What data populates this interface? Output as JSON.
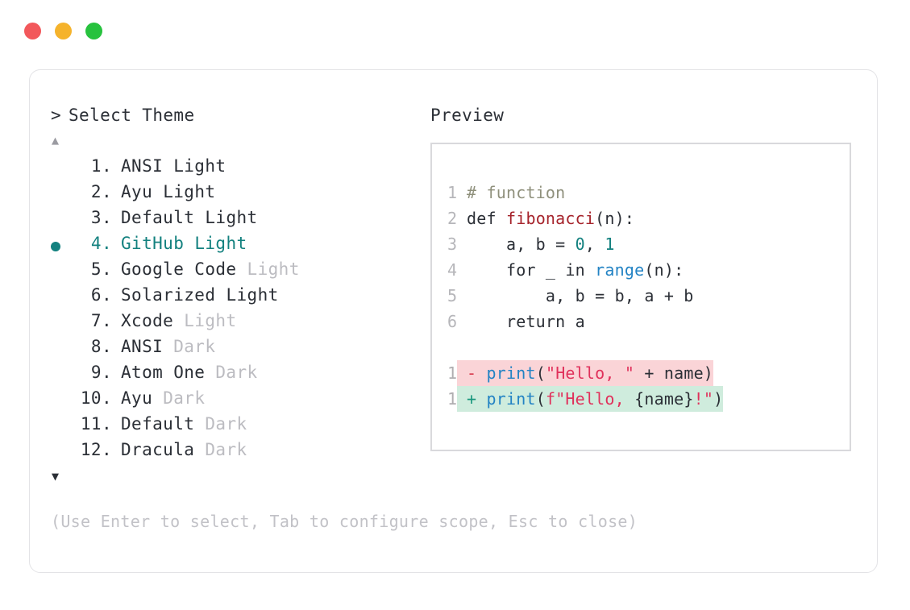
{
  "window": {
    "dots": [
      {
        "name": "close",
        "color": "#f2585b"
      },
      {
        "name": "minimize",
        "color": "#f5b32c"
      },
      {
        "name": "maximize",
        "color": "#27c23e"
      }
    ]
  },
  "selector": {
    "caret": ">",
    "title": "Select Theme",
    "scroll_up": "▲",
    "scroll_down": "▼",
    "selected_index": 4,
    "items": [
      {
        "num": "1.",
        "name": "ANSI",
        "suffix": "Light",
        "suffix_dim": false,
        "selected": false
      },
      {
        "num": "2.",
        "name": "Ayu",
        "suffix": "Light",
        "suffix_dim": false,
        "selected": false
      },
      {
        "num": "3.",
        "name": "Default",
        "suffix": "Light",
        "suffix_dim": false,
        "selected": false
      },
      {
        "num": "4.",
        "name": "GitHub",
        "suffix": "Light",
        "suffix_dim": false,
        "selected": true
      },
      {
        "num": "5.",
        "name": "Google Code",
        "suffix": "Light",
        "suffix_dim": true,
        "selected": false
      },
      {
        "num": "6.",
        "name": "Solarized",
        "suffix": "Light",
        "suffix_dim": false,
        "selected": false
      },
      {
        "num": "7.",
        "name": "Xcode",
        "suffix": "Light",
        "suffix_dim": true,
        "selected": false
      },
      {
        "num": "8.",
        "name": "ANSI",
        "suffix": "Dark",
        "suffix_dim": true,
        "selected": false
      },
      {
        "num": "9.",
        "name": "Atom One",
        "suffix": "Dark",
        "suffix_dim": true,
        "selected": false
      },
      {
        "num": "10.",
        "name": "Ayu",
        "suffix": "Dark",
        "suffix_dim": true,
        "selected": false
      },
      {
        "num": "11.",
        "name": "Default",
        "suffix": "Dark",
        "suffix_dim": true,
        "selected": false
      },
      {
        "num": "12.",
        "name": "Dracula",
        "suffix": "Dark",
        "suffix_dim": true,
        "selected": false
      }
    ],
    "hint": "(Use Enter to select, Tab to configure scope, Esc to close)"
  },
  "preview": {
    "label": "Preview",
    "code_lines": [
      {
        "ln": "1",
        "tokens": [
          {
            "t": "# function",
            "c": "comment"
          }
        ]
      },
      {
        "ln": "2",
        "tokens": [
          {
            "t": "def ",
            "c": "kw"
          },
          {
            "t": "fibonacci",
            "c": "func"
          },
          {
            "t": "(n):",
            "c": "plain"
          }
        ]
      },
      {
        "ln": "3",
        "tokens": [
          {
            "t": "    a, b = ",
            "c": "plain"
          },
          {
            "t": "0",
            "c": "num"
          },
          {
            "t": ", ",
            "c": "plain"
          },
          {
            "t": "1",
            "c": "num"
          }
        ]
      },
      {
        "ln": "4",
        "tokens": [
          {
            "t": "    for _ in ",
            "c": "plain"
          },
          {
            "t": "range",
            "c": "builtin"
          },
          {
            "t": "(n):",
            "c": "plain"
          }
        ]
      },
      {
        "ln": "5",
        "tokens": [
          {
            "t": "        a, b = b, a + b",
            "c": "plain"
          }
        ]
      },
      {
        "ln": "6",
        "tokens": [
          {
            "t": "    return a",
            "c": "plain"
          }
        ]
      }
    ],
    "diff_lines": [
      {
        "ln": "1",
        "kind": "minus",
        "sign": "-",
        "tokens": [
          {
            "t": "print",
            "c": "builtin"
          },
          {
            "t": "(",
            "c": "plain"
          },
          {
            "t": "\"Hello, \"",
            "c": "string"
          },
          {
            "t": " + name)",
            "c": "plain"
          }
        ]
      },
      {
        "ln": "1",
        "kind": "plus",
        "sign": "+",
        "tokens": [
          {
            "t": "print",
            "c": "builtin"
          },
          {
            "t": "(",
            "c": "plain"
          },
          {
            "t": "f\"Hello, ",
            "c": "string"
          },
          {
            "t": "{name}",
            "c": "plain"
          },
          {
            "t": "!\"",
            "c": "string"
          },
          {
            "t": ")",
            "c": "plain"
          }
        ]
      }
    ]
  },
  "colors": {
    "accent_teal": "#13817f",
    "diff_removed_bg": "#fad4d7",
    "diff_added_bg": "#cfecdd",
    "border": "#e3e3e6",
    "muted_text": "#bcbcc1"
  }
}
